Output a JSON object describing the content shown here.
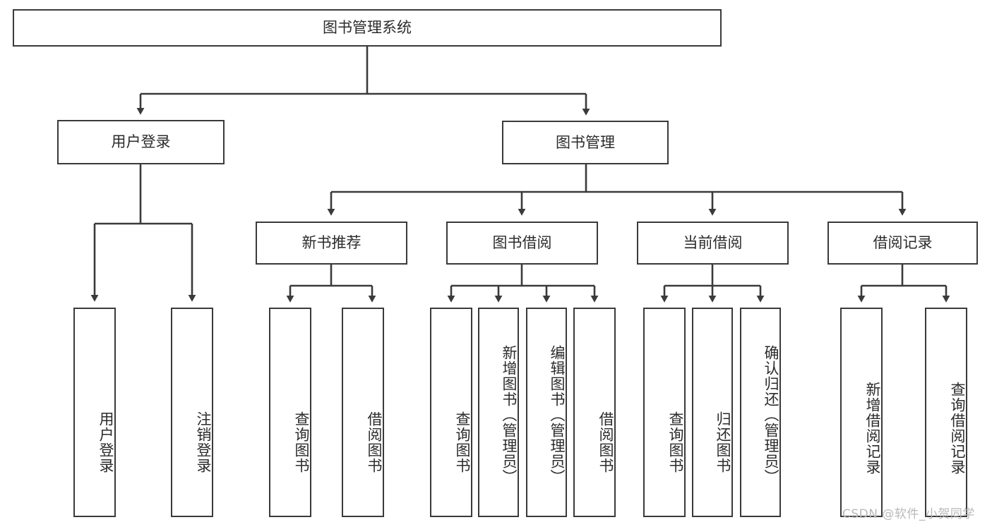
{
  "diagram": {
    "title_node": {
      "id": "root",
      "label": "图书管理系统"
    },
    "level2": [
      {
        "id": "user-login",
        "label": "用户登录"
      },
      {
        "id": "book-manage",
        "label": "图书管理"
      }
    ],
    "level3": [
      {
        "id": "new-book-rec",
        "label": "新书推荐"
      },
      {
        "id": "book-borrow",
        "label": "图书借阅"
      },
      {
        "id": "current-borrow",
        "label": "当前借阅"
      },
      {
        "id": "borrow-record",
        "label": "借阅记录"
      }
    ],
    "leaves": [
      {
        "id": "leaf-user-login",
        "label": "用户登录"
      },
      {
        "id": "leaf-logout-login",
        "label": "注销登录"
      },
      {
        "id": "leaf-query-book-1",
        "label": "查询图书"
      },
      {
        "id": "leaf-borrow-book-1",
        "label": "借阅图书"
      },
      {
        "id": "leaf-query-book-2",
        "label": "查询图书"
      },
      {
        "id": "leaf-add-book",
        "label": "新增图书（管理员）"
      },
      {
        "id": "leaf-edit-book",
        "label": "编辑图书（管理员）"
      },
      {
        "id": "leaf-borrow-book-2",
        "label": "借阅图书"
      },
      {
        "id": "leaf-query-book-3",
        "label": "查询图书"
      },
      {
        "id": "leaf-return-book",
        "label": "归还图书"
      },
      {
        "id": "leaf-confirm-return",
        "label": "确认归还（管理员）"
      },
      {
        "id": "leaf-add-record",
        "label": "新增借阅记录"
      },
      {
        "id": "leaf-query-record",
        "label": "查询借阅记录"
      }
    ],
    "watermark": "CSDN @软件_小贺同学",
    "colors": {
      "stroke": "#3a3a3a",
      "background": "#ffffff",
      "text": "#2b2b2b",
      "watermark": "#b9b9b9"
    }
  }
}
